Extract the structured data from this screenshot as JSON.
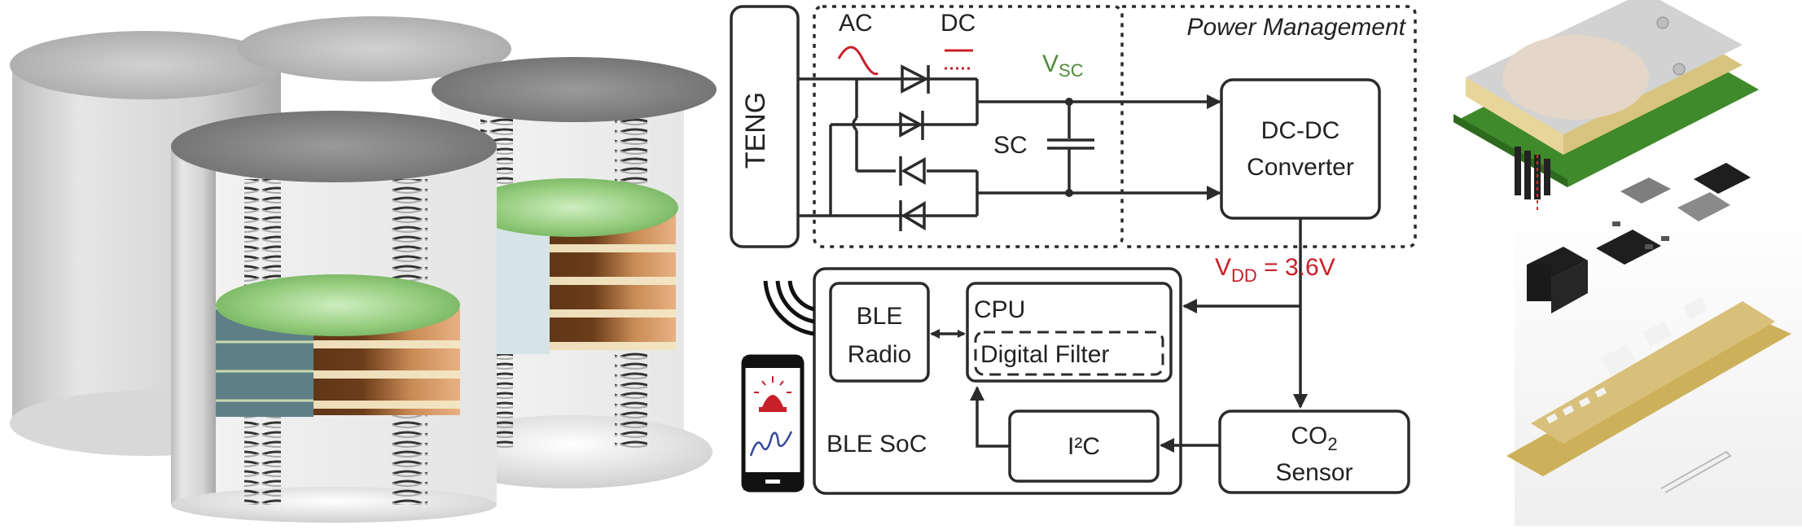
{
  "figure": {
    "panels": [
      "teng-device-render",
      "system-block-diagram",
      "sensor-node-exploded-render"
    ]
  },
  "circuit": {
    "teng_label": "TENG",
    "power_management_label": "Power Management",
    "ac_label": "AC",
    "dc_label": "DC",
    "vsc_main": "V",
    "vsc_sub": "SC",
    "sc_label": "SC",
    "dcdc_line1": "DC-DC",
    "dcdc_line2": "Converter",
    "vdd_main": "V",
    "vdd_sub": "DD",
    "vdd_value": " = 3.6V",
    "ble_radio_line1": "BLE",
    "ble_radio_line2": "Radio",
    "cpu_label": "CPU",
    "digital_filter_label": "Digital Filter",
    "ble_soc_label": "BLE SoC",
    "i2c_label": "I²C",
    "co2_main": "CO",
    "co2_sub": "2",
    "sensor_label": "Sensor"
  },
  "colors": {
    "line": "#2b2b2b",
    "accent_red": "#c8202a",
    "accent_green": "#4f8a3a",
    "wave_blue": "#34489a",
    "pcb_green": "#3f8a2a",
    "pcb_gold": "#d8c07a",
    "disc_green": "#9fd08a"
  }
}
